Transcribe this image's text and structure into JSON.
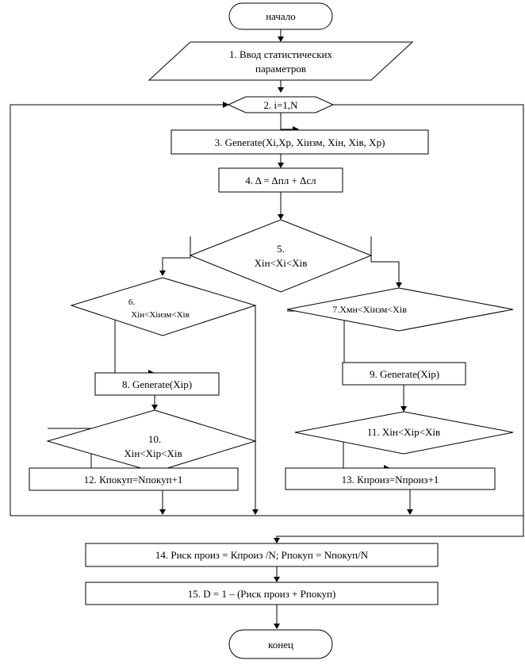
{
  "flowchart": {
    "start": "начало",
    "input_line1": "1. Ввод статистических",
    "input_line2": "параметров",
    "loop": "2. i=1,N",
    "step3": "3. Generate(Xi,Xp, Xiизм, Xiн, Xiв, Xp)",
    "step4": "4. Δ = Δпл + Δсл",
    "dec5_line1": "5.",
    "dec5_line2": "Xiн<Xi<Xiв",
    "dec6_line1": "6.",
    "dec6_line2": "Xiн<Xiизм<Xiв",
    "dec7": "7.Xмн<Xiизм<Xiв",
    "step8": "8. Generate(Xiр)",
    "step9": "9. Generate(Xiр)",
    "dec10_line1": "10.",
    "dec10_line2": "Xiн<Xiр<Xiв",
    "dec11": "11. Xiн<Xiр<Xiв",
    "step12": "12. Кпокуп=Nпокуп+1",
    "step13": "13. Кпроиз=Nпроиз+1",
    "step14": "14. Риск произ = Кпроиз /N; Рпокуп = Nпокуп/N",
    "step15": "15.  D = 1 – (Риск произ + Рпокуп)",
    "end": "конец"
  }
}
